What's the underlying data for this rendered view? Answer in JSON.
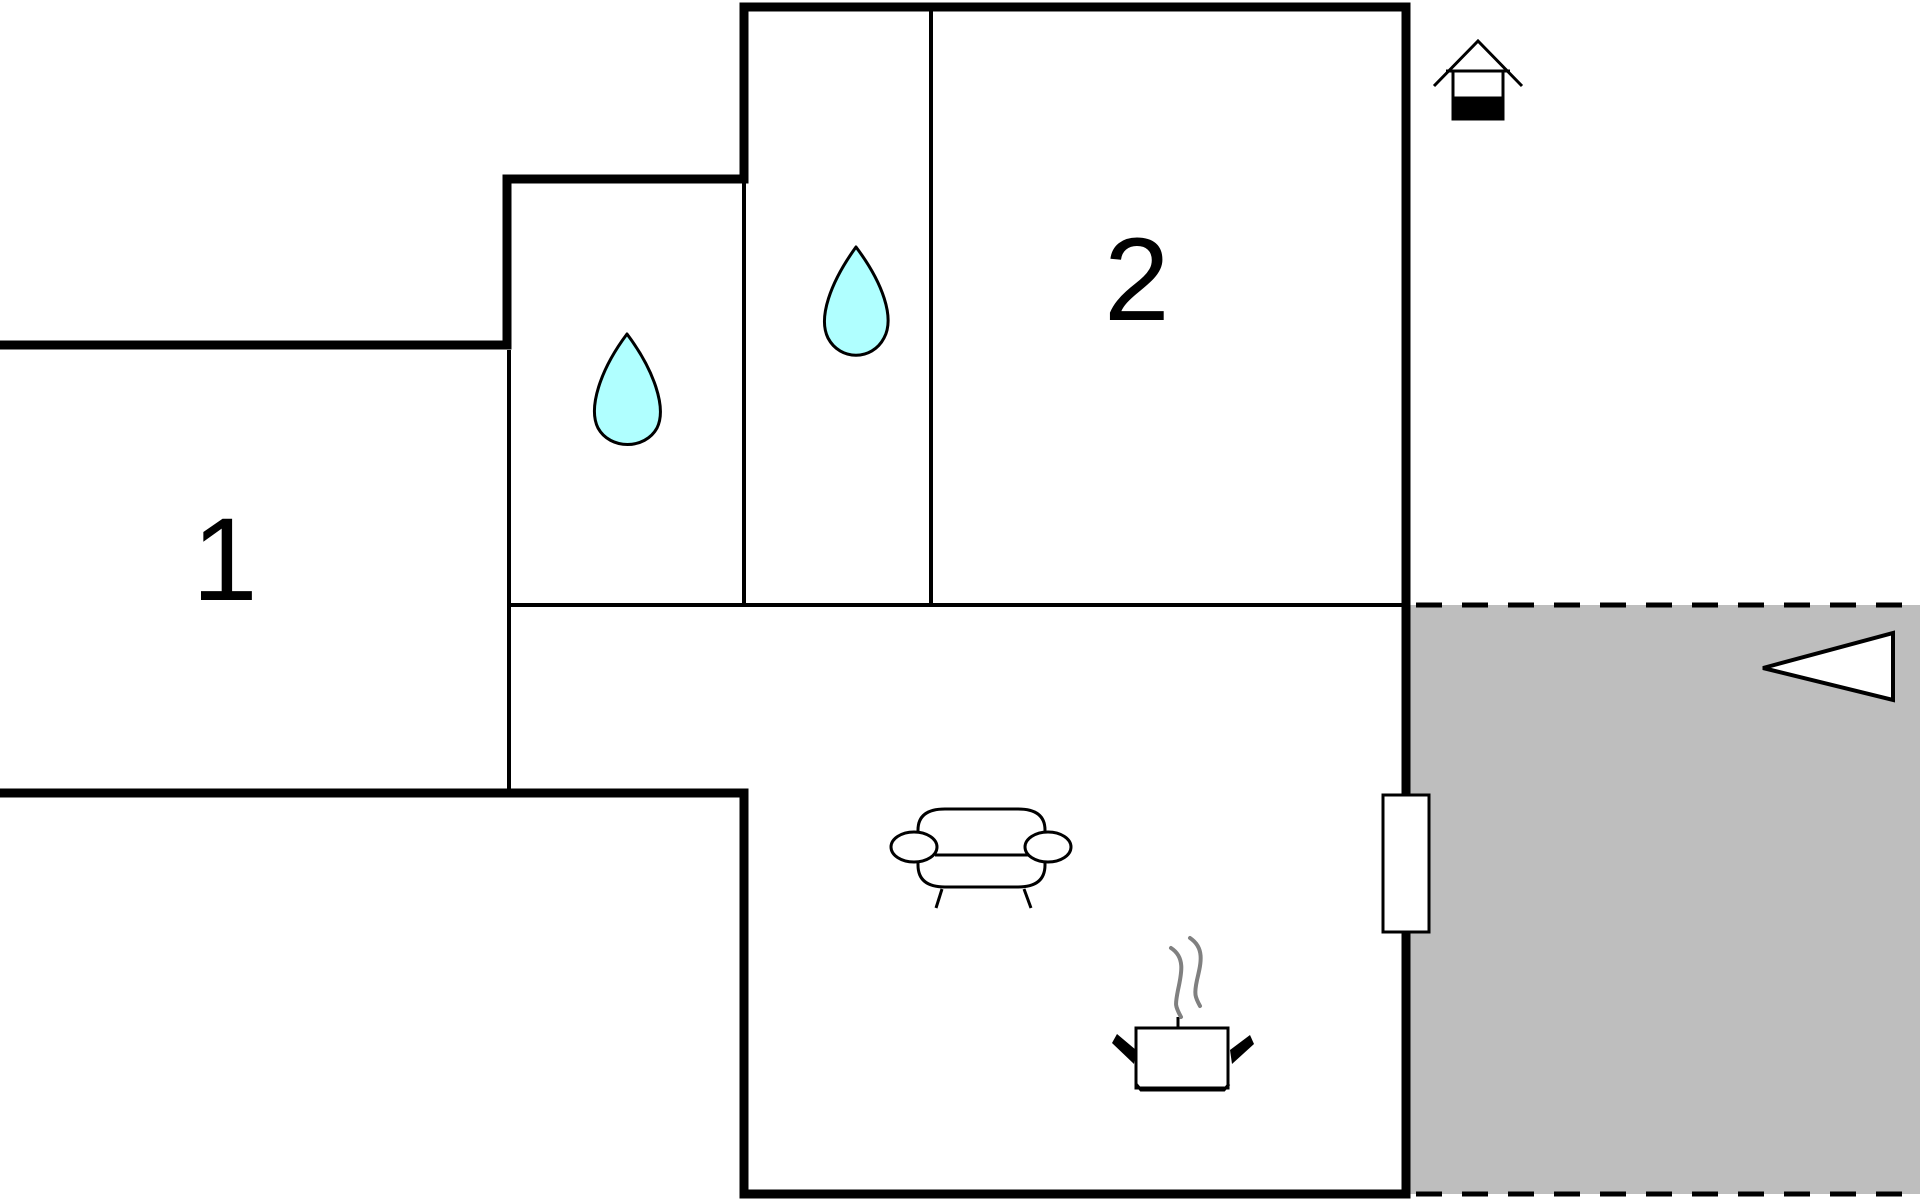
{
  "rooms": [
    {
      "number": "1",
      "type": "room"
    },
    {
      "number": "2",
      "type": "bedroom"
    }
  ],
  "icons": [
    "water-drop-icon",
    "water-drop-icon",
    "sofa-icon",
    "cooking-pot-icon",
    "house-well-icon",
    "north-arrow-icon",
    "door-icon"
  ],
  "colors": {
    "wall": "#000000",
    "water": "#b0ffff",
    "terrace": "#bebebe",
    "steam": "#808080"
  }
}
